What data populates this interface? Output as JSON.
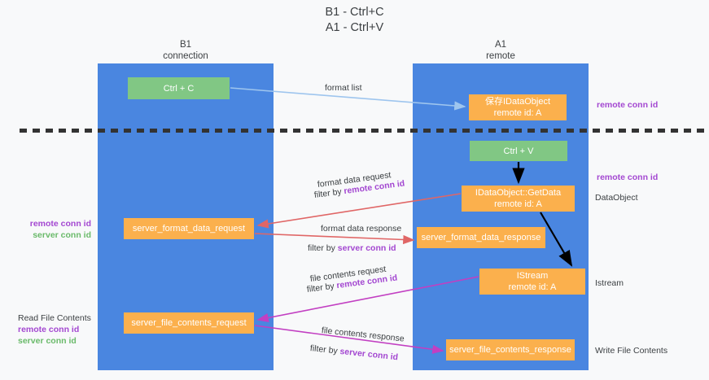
{
  "diagram": {
    "title_line1": "B1 - Ctrl+C",
    "title_line2": "A1 - Ctrl+V",
    "columns": [
      {
        "name": "B1",
        "role": "connection"
      },
      {
        "name": "A1",
        "role": "remote"
      }
    ],
    "colors": {
      "lane": "#4a86e0",
      "green_node": "#81c784",
      "orange_node": "#fbb04d",
      "remote_conn_id": "#a347d1",
      "server_conn_id": "#6aba6a",
      "arrow_format_list": "#9ec5ee",
      "arrow_format_data": "#e06666",
      "arrow_file_contents": "#c23fc2",
      "arrow_black": "#000000",
      "divider": "#333333"
    },
    "nodes": {
      "ctrl_c": {
        "label": "Ctrl + C",
        "kind": "green"
      },
      "save_idataobject": {
        "label": "保存IDataObject",
        "sub": "remote id: A",
        "kind": "orange"
      },
      "ctrl_v": {
        "label": "Ctrl + V",
        "kind": "green"
      },
      "getdata": {
        "label": "IDataObject::GetData",
        "sub": "remote id: A",
        "kind": "orange"
      },
      "server_format_data_request": {
        "label": "server_format_data_request",
        "kind": "orange"
      },
      "server_format_data_response": {
        "label": "server_format_data_response",
        "kind": "orange"
      },
      "istream": {
        "label": "IStream",
        "sub": "remote id: A",
        "kind": "orange"
      },
      "server_file_contents_request": {
        "label": "server_file_contents_request",
        "kind": "orange"
      },
      "server_file_contents_response": {
        "label": "server_file_contents_response",
        "kind": "orange"
      }
    },
    "edge_labels": {
      "format_list": "format list",
      "format_data_request": "format data request",
      "format_data_request_filter_prefix": "filter by ",
      "format_data_request_filter_key": "remote conn id",
      "format_data_response": "format data response",
      "format_data_response_filter_prefix": "filter by ",
      "format_data_response_filter_key": "server conn id",
      "file_contents_request": "file contents request",
      "file_contents_request_filter_prefix": "filter by ",
      "file_contents_request_filter_key": "remote conn id",
      "file_contents_response": "file contents response",
      "file_contents_response_filter_prefix": "filter by ",
      "file_contents_response_filter_key": "server conn id"
    },
    "annotations": {
      "right_remote_top": "remote conn id",
      "right_remote_mid": "remote conn id",
      "right_dataobject": "DataObject",
      "right_istream": "Istream",
      "right_write_file_contents": "Write File Contents",
      "left_remote": "remote conn id",
      "left_server": "server conn id",
      "left_read_file_contents": "Read File Contents",
      "left_read_remote": "remote conn id",
      "left_read_server": "server conn id"
    }
  }
}
